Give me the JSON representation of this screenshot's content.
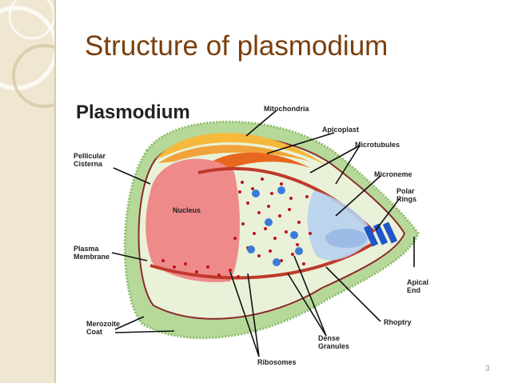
{
  "slide": {
    "title": "Structure of plasmodium",
    "page_number": "3"
  },
  "diagram": {
    "heading": "Plasmodium",
    "labels": {
      "mitochondria": "Mitochondria",
      "apicoplast": "Apicoplast",
      "microtubules": "Microtubules",
      "microneme": "Microneme",
      "polar_rings": "Polar\nRings",
      "pellicular_cisterna": "Pellicular\nCisterna",
      "nucleus": "Nucleus",
      "plasma_membrane": "Plasma\nMembrane",
      "apical_end": "Apical\nEnd",
      "rhoptry": "Rhoptry",
      "merozoite_coat": "Merozoite\nCoat",
      "dense_granules": "Dense\nGranules",
      "ribosomes": "Ribosomes"
    },
    "colors": {
      "coat": "#b6d99a",
      "cytoplasm": "#e9f2d8",
      "nucleus": "#ef8a8a",
      "mitochondria": "#f6b93b",
      "apicoplast": "#e8671e",
      "microtubules": "#c0392b",
      "ribosomes": "#c0121c",
      "dense_granules": "#3b7bd8",
      "apical_complex": "#1f55c8",
      "rhoptry": "#b8d0ef"
    }
  }
}
